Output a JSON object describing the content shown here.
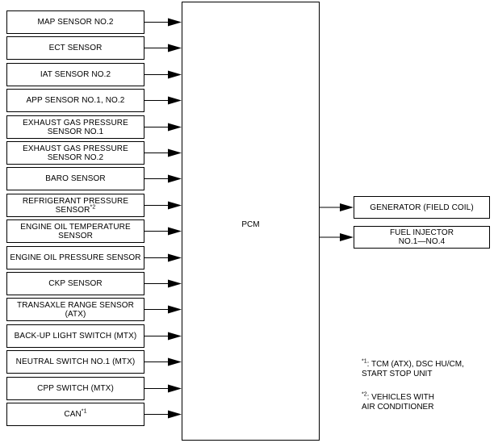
{
  "inputs": [
    {
      "lines": [
        "MAP SENSOR NO.2"
      ]
    },
    {
      "lines": [
        "ECT SENSOR"
      ]
    },
    {
      "lines": [
        "IAT SENSOR NO.2"
      ]
    },
    {
      "lines": [
        "APP SENSOR NO.1, NO.2"
      ]
    },
    {
      "lines": [
        "EXHAUST GAS PRESSURE",
        "SENSOR NO.1"
      ]
    },
    {
      "lines": [
        "EXHAUST GAS PRESSURE",
        "SENSOR NO.2"
      ]
    },
    {
      "lines": [
        "BARO SENSOR"
      ]
    },
    {
      "lines": [
        "REFRIGERANT PRESSURE",
        "SENSOR"
      ],
      "sup": "*2"
    },
    {
      "lines": [
        "ENGINE OIL TEMPERATURE",
        "SENSOR"
      ]
    },
    {
      "lines": [
        "ENGINE OIL PRESSURE SENSOR"
      ]
    },
    {
      "lines": [
        "CKP SENSOR"
      ]
    },
    {
      "lines": [
        "TRANSAXLE RANGE SENSOR",
        "(ATX)"
      ]
    },
    {
      "lines": [
        "BACK-UP LIGHT SWITCH (MTX)"
      ]
    },
    {
      "lines": [
        "NEUTRAL SWITCH NO.1 (MTX)"
      ]
    },
    {
      "lines": [
        "CPP SWITCH (MTX)"
      ]
    },
    {
      "lines": [
        "CAN"
      ],
      "sup": "*1"
    }
  ],
  "pcm": {
    "label": "PCM"
  },
  "outputs": [
    {
      "lines": [
        "GENERATOR (FIELD COIL)"
      ]
    },
    {
      "lines": [
        "FUEL INJECTOR",
        "NO.1—NO.4"
      ]
    }
  ],
  "notes": [
    {
      "mark": "*1",
      "lines": [
        ": TCM (ATX), DSC HU/CM,",
        "START STOP UNIT"
      ]
    },
    {
      "mark": "*2",
      "lines": [
        ": VEHICLES WITH",
        "AIR CONDITIONER"
      ]
    }
  ]
}
